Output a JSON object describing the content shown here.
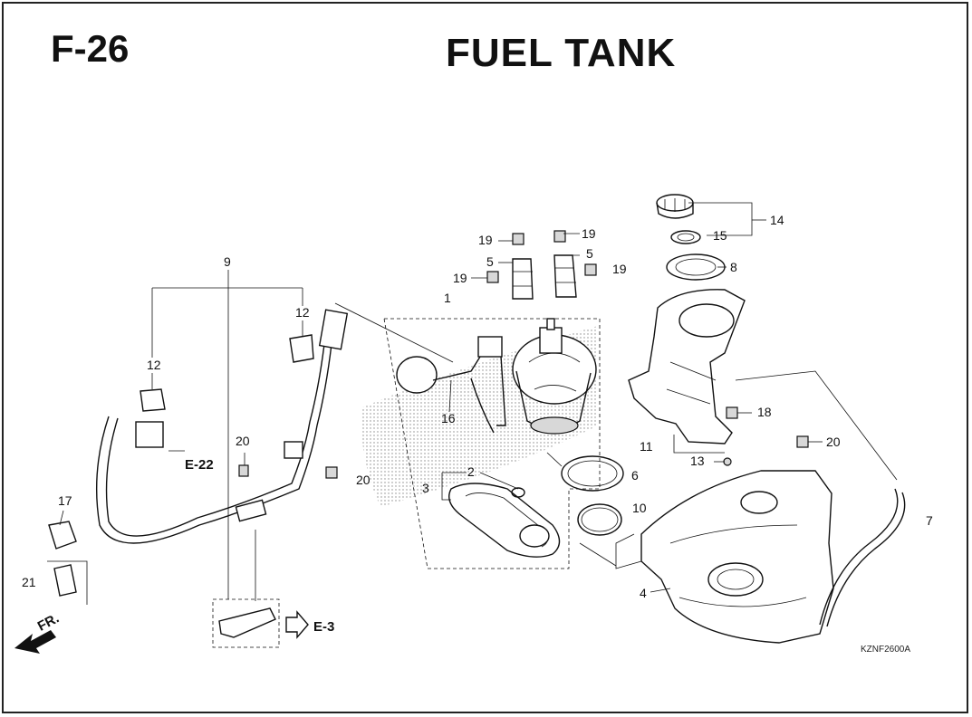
{
  "header": {
    "sheet_id": "F-26",
    "title": "FUEL TANK"
  },
  "drawing_code": "KZNF2600A",
  "refs": {
    "e22": "E-22",
    "e3": "E-3",
    "front": "FR."
  },
  "callouts": {
    "c1": "1",
    "c2": "2",
    "c3": "3",
    "c4": "4",
    "c5a": "5",
    "c5b": "5",
    "c6": "6",
    "c7": "7",
    "c8": "8",
    "c9": "9",
    "c10": "10",
    "c11": "11",
    "c12a": "12",
    "c12b": "12",
    "c13": "13",
    "c14": "14",
    "c15": "15",
    "c16": "16",
    "c17": "17",
    "c18": "18",
    "c19a": "19",
    "c19b": "19",
    "c19c": "19",
    "c19d": "19",
    "c20a": "20",
    "c20b": "20",
    "c20c": "20",
    "c21": "21"
  }
}
